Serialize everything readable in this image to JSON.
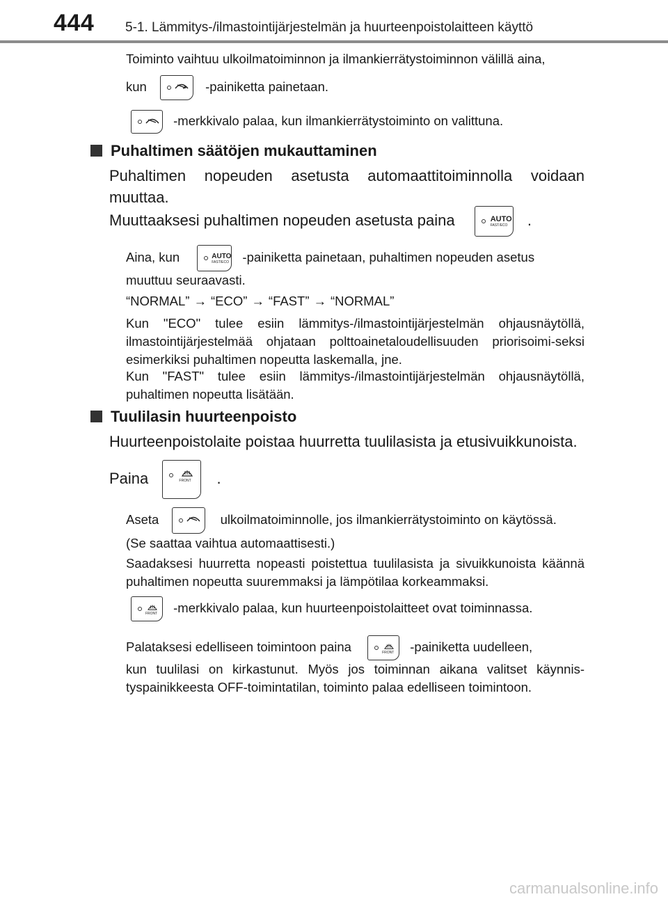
{
  "header": {
    "page_number": "444",
    "section_title": "5-1. Lämmitys-/ilmastointijärjestelmän ja huurteenpoistolaitteen käyttö"
  },
  "recirc": {
    "line1": "Toiminto vaihtuu ulkoilmatoiminnon ja ilmankierrätystoiminnon välillä aina,",
    "line2_pre": "kun",
    "line2_post": "-painiketta painetaan.",
    "indicator_text": "-merkkivalo palaa, kun ilmankierrätystoiminto on valittuna."
  },
  "fan": {
    "heading": "Puhaltimen säätöjen mukauttaminen",
    "intro": "Puhaltimen nopeuden asetusta automaattitoiminnolla voidaan muuttaa.",
    "instruction_pre": "Muuttaaksesi puhaltimen nopeuden asetusta paina",
    "instruction_post": ".",
    "note1_pre": "Aina, kun",
    "note1_post": "-painiketta painetaan, puhaltimen nopeuden asetus",
    "note1_cont": "muuttuu seuraavasti.",
    "sequence": [
      "“NORMAL”",
      "“ECO”",
      "“FAST”",
      "“NORMAL”"
    ],
    "eco_note": "Kun \"ECO\" tulee esiin lämmitys-/ilmastointijärjestelmän ohjausnäytöllä, ilmastointijärjestelmää ohjataan polttoainetaloudellisuuden priorisoimi-seksi esimerkiksi puhaltimen nopeutta laskemalla, jne.",
    "fast_note": "Kun \"FAST\" tulee esiin lämmitys-/ilmastointijärjestelmän ohjausnäytöllä, puhaltimen nopeutta lisätään."
  },
  "defog": {
    "heading": "Tuulilasin huurteenpoisto",
    "intro": "Huurteenpoistolaite poistaa huurretta tuulilasista ja etusivuikkunoista.",
    "press_pre": "Paina",
    "press_post": ".",
    "aseta_pre": "Aseta",
    "aseta_post": "ulkoilmatoiminnolle, jos ilmankierrätystoiminto on käytössä.",
    "aseta_cont": "(Se saattaa vaihtua automaattisesti.)",
    "quick_note": "Saadaksesi huurretta nopeasti poistettua tuulilasista ja sivuikkunoista käännä puhaltimen nopeutta suuremmaksi ja lämpötilaa korkeammaksi.",
    "indicator_text": "-merkkivalo palaa, kun huurteenpoistolaitteet ovat toiminnassa.",
    "return_pre": "Palataksesi edelliseen toimintoon paina",
    "return_post": "-painiketta uudelleen,",
    "return_cont": "kun tuulilasi on kirkastunut. Myös jos toiminnan aikana valitset käynnis-tyspainikkeesta OFF-toimintatilan, toiminto palaa edelliseen toimintoon."
  },
  "button_labels": {
    "auto_main": "AUTO",
    "auto_sub": "FAST/ECO",
    "front": "FRONT"
  },
  "footer": {
    "watermark": "carmanualsonline.info"
  },
  "icons": {
    "recirc": "recirculation-icon",
    "auto": "auto-fan-icon",
    "front": "front-defroster-icon",
    "bullet": "square-bullet-icon"
  }
}
